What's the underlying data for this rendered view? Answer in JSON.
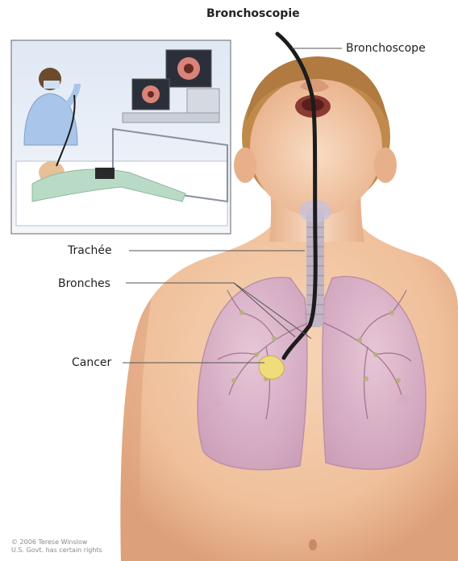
{
  "title": "Bronchoscopie",
  "labels": {
    "bronchoscope": "Bronchoscope",
    "trachea": "Trachée",
    "bronchi": "Bronches",
    "cancer": "Cancer"
  },
  "copyright": [
    "© 2006 Terese Winslow",
    "U.S. Govt. has certain rights"
  ],
  "colors": {
    "skin": "#f3c9a6",
    "skin_shadow": "#e2a983",
    "hair": "#c08a4c",
    "lung": "#d9b6cf",
    "lung_edge": "#b98aa8",
    "tumor": "#f0dc7a",
    "scope": "#1c1c1c",
    "leader_line": "#555555"
  }
}
